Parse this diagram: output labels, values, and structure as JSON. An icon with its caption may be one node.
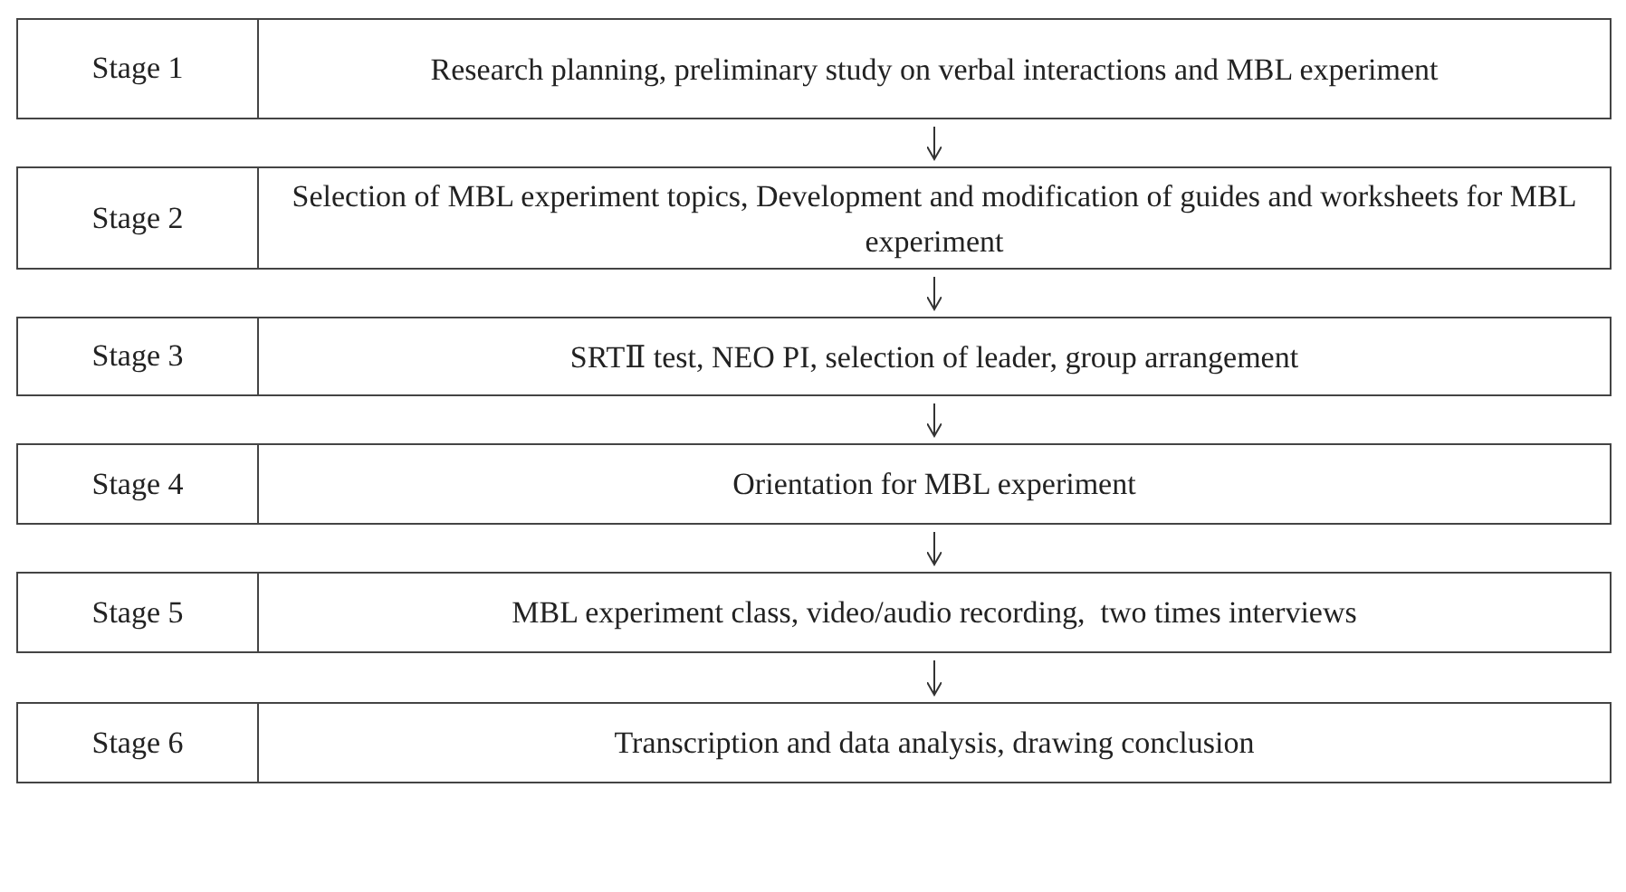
{
  "diagram": {
    "nodes": [
      {
        "text": [
          "Stage 1",
          "Research planning, preliminary study on verbal interactions and MBL experiment"
        ]
      },
      {
        "text": [
          "Stage 2",
          "Selection of MBL experiment topics, Development and modification of guides and worksheets for MBL experiment"
        ]
      },
      {
        "text": [
          "Stage 3",
          "SRTⅡ test, NEO PI, selection of leader, group arrangement"
        ]
      },
      {
        "text": [
          "Stage 4",
          "Orientation for MBL experiment"
        ]
      },
      {
        "text": [
          "Stage 5",
          "MBL experiment class, video/audio recording,  two times interviews"
        ]
      },
      {
        "text": [
          "Stage 6",
          "Transcription and data analysis, drawing conclusion"
        ]
      }
    ],
    "edges": [
      {
        "from": 0,
        "to": 1,
        "arrow": "to"
      },
      {
        "from": 1,
        "to": 2,
        "arrow": "to"
      },
      {
        "from": 2,
        "to": 3,
        "arrow": "to"
      },
      {
        "from": 3,
        "to": 4,
        "arrow": "to"
      },
      {
        "from": 4,
        "to": 5,
        "arrow": "to"
      }
    ]
  }
}
